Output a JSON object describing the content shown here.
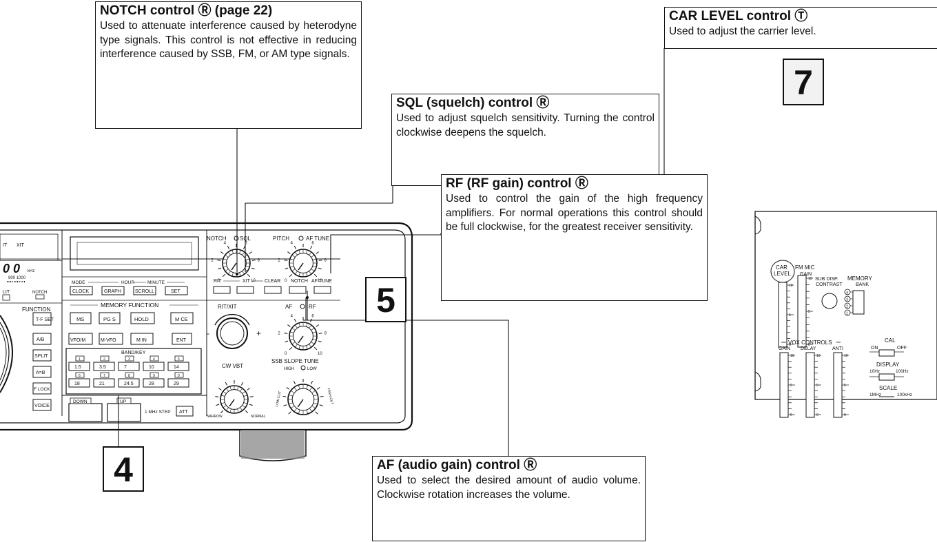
{
  "callouts": {
    "notch": {
      "title": "NOTCH control Ⓡ (page 22)",
      "text": "Used to attenuate interference caused by heterodyne type signals. This control is not effective in reducing interference caused by SSB, FM, or AM type signals."
    },
    "sql": {
      "title": "SQL (squelch) control Ⓡ",
      "text": "Used to adjust squelch sensitivity. Turning the control clockwise deepens the squelch."
    },
    "car_level": {
      "title": "CAR LEVEL control Ⓣ",
      "text": "Used to adjust the carrier level."
    },
    "rf": {
      "title": "RF (RF gain) control Ⓡ",
      "text": "Used to control the gain of the high frequency amplifiers. For normal operations this control should be full clockwise, for the greatest receiver sensitivity."
    },
    "af": {
      "title": "AF (audio gain) control Ⓡ",
      "text": "Used to select the desired amount of audio volume. Clockwise rotation increases the volume."
    }
  },
  "numbers": {
    "n4": "4",
    "n5": "5",
    "n7": "7"
  },
  "panel": {
    "left": {
      "rit": "IT",
      "xit": "XIT",
      "lit": "LIT",
      "notch": "NOTCH",
      "freq": "0 0",
      "khz": "kHz",
      "scale": "900  1000",
      "function": "FUNCTION"
    },
    "left_keys": [
      "T-F SET",
      "A/B",
      "SPLIT",
      "A=B",
      "F LOCK",
      "VOICE"
    ],
    "row_labels": {
      "mode": "MODE",
      "hour": "HOUR",
      "minute": "MINUTE"
    },
    "row_keys": [
      "CLOCK",
      "GRAPH",
      "SCROLL",
      "SET"
    ],
    "memory_function": "MEMORY FUNCTION",
    "mem_keys": [
      "MS",
      "PG S",
      "HOLD",
      "M CE",
      "VFO/M",
      "M-VFO",
      "M IN",
      "ENT"
    ],
    "band_key": "BAND/KEY",
    "band_top": [
      "1",
      "2",
      "3",
      "4",
      "5"
    ],
    "band_row1": [
      "1.5",
      "3.5",
      "7",
      "10",
      "14"
    ],
    "band_mid": [
      "6",
      "7",
      "8",
      "9",
      "0"
    ],
    "band_row2": [
      "18",
      "21",
      "24.5",
      "28",
      "29"
    ],
    "down": "DOWN",
    "up": "UP",
    "step": "1 MHz STEP",
    "att": "ATT",
    "knob_notch_sql": {
      "left": "NOTCH",
      "right": "SQL"
    },
    "knob_pitch": {
      "left": "PITCH",
      "right": "AF TUNE"
    },
    "rit_row": {
      "rit": "RIT",
      "xit": "XIT",
      "clear": "CLEAR",
      "notch": "NOTCH",
      "aftune": "AF TUNE"
    },
    "ritxit": "RIT/XIT",
    "minus": "-",
    "plus": "+",
    "af_rf": {
      "left": "AF",
      "right": "RF"
    },
    "cw_vbt": "CW  VBT",
    "narrow": "NARROW",
    "normal": "NORMAL",
    "ssb_slope": "SSB SLOPE TUNE",
    "high": "HIGH",
    "low": "LOW",
    "low_cut": "LOW CUT",
    "high_cut": "HIGH CUT",
    "dial_nums": [
      "0",
      "2",
      "4",
      "6",
      "8",
      "10"
    ]
  },
  "side": {
    "car_level": "CAR LEVEL",
    "fm_mic_gain": "FM MIC GAIN",
    "sub_disp_contrast": "SUB DISP. CONTRAST",
    "memory_bank": "MEMORY BANK",
    "bank_nums": [
      "4",
      "3",
      "2",
      "1"
    ],
    "scale_nums": [
      "10",
      "5",
      "0"
    ],
    "vox_controls": "VOX CONTROLS",
    "gain": "GAIN",
    "delay": "DELAY",
    "anti": "ANTI",
    "cal": "CAL",
    "on": "ON",
    "off": "OFF",
    "display": "DISPLAY",
    "hz10": "10Hz",
    "hz100": "100Hz",
    "scale": "SCALE",
    "mhz1": "1MHz",
    "khz100": "100kHz"
  }
}
